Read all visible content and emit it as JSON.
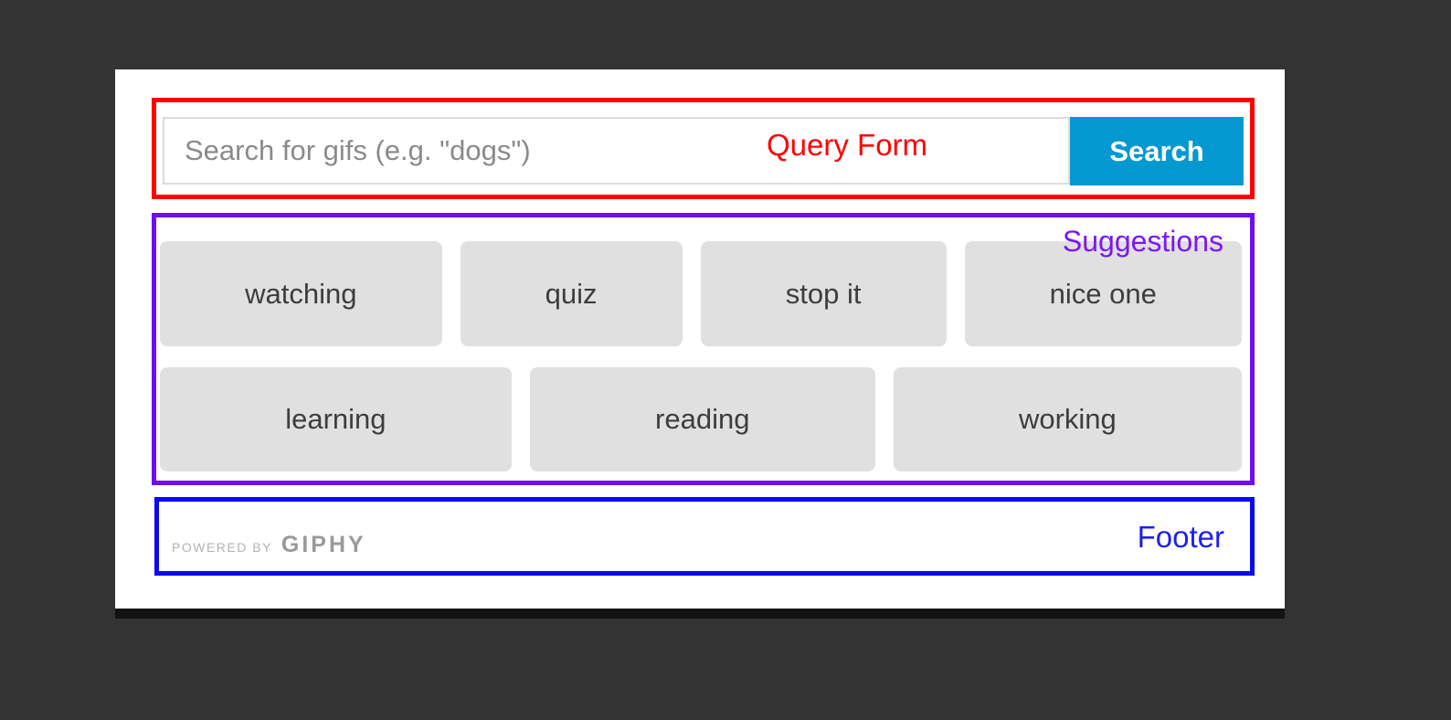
{
  "query_form": {
    "annotation_label": "Query Form",
    "search_input": {
      "value": "",
      "placeholder": "Search for gifs (e.g. \"dogs\")"
    },
    "search_button_label": "Search"
  },
  "suggestions": {
    "annotation_label": "Suggestions",
    "row1": [
      "watching",
      "quiz",
      "stop it",
      "nice one"
    ],
    "row2": [
      "learning",
      "reading",
      "working"
    ]
  },
  "footer": {
    "annotation_label": "Footer",
    "powered_by_text": "POWERED BY",
    "brand_text": "GIPHY"
  },
  "colors": {
    "page_background": "#333333",
    "panel_background": "#ffffff",
    "query_box_border": "#ff0000",
    "suggestions_box_border": "#6e0ef2",
    "footer_box_border": "#0909f2",
    "search_button_background": "#0598d1",
    "suggestion_chip_background": "#e0e0e0"
  }
}
